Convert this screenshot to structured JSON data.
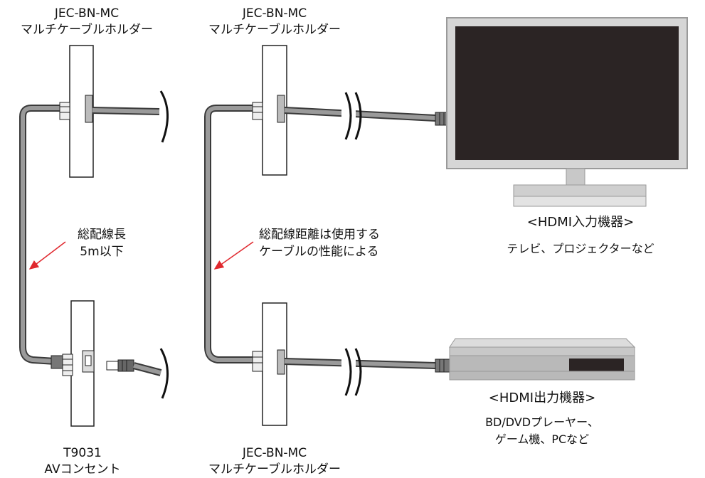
{
  "holders": {
    "top_left": {
      "model": "JEC-BN-MC",
      "name": "マルチケーブルホルダー"
    },
    "top_mid": {
      "model": "JEC-BN-MC",
      "name": "マルチケーブルホルダー"
    },
    "bottom_mid": {
      "model": "JEC-BN-MC",
      "name": "マルチケーブルホルダー"
    }
  },
  "outlet": {
    "model": "T9031",
    "name": "AVコンセント"
  },
  "notes": {
    "left": {
      "line1": "総配線長",
      "line2": "5m以下"
    },
    "mid": {
      "line1": "総配線距離は使用する",
      "line2": "ケーブルの性能による"
    }
  },
  "hdmi_input": {
    "title": "<HDMI入力機器>",
    "desc": "テレビ、プロジェクターなど"
  },
  "hdmi_output": {
    "title": "<HDMI出力機器>",
    "desc_line1": "BD/DVDプレーヤー、",
    "desc_line2": "ゲーム機、PCなど"
  },
  "colors": {
    "arrow": "#e0282e",
    "cable": "#8a8a8a",
    "cable_edge": "#3a3a3a",
    "plate": "#ffffff",
    "screen": "#2b2424",
    "device": "#c8c8c8"
  }
}
